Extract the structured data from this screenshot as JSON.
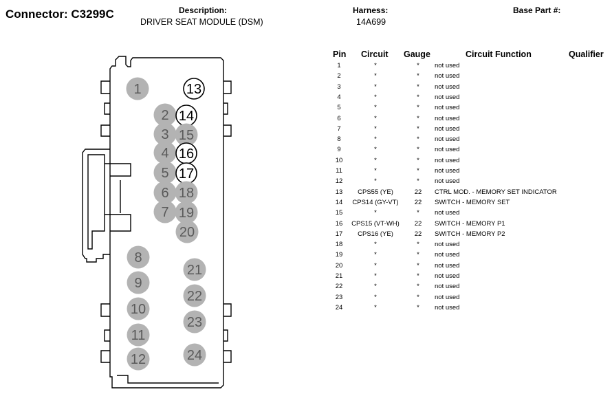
{
  "header": {
    "connector": "Connector: C3299C",
    "description_label": "Description:",
    "description_value": "DRIVER SEAT MODULE (DSM)",
    "harness_label": "Harness:",
    "harness_value": "14A699",
    "base_part_label": "Base Part #:"
  },
  "table": {
    "columns": [
      "Pin",
      "Circuit",
      "Gauge",
      "Circuit Function",
      "Qualifier"
    ],
    "rows": [
      {
        "pin": "1",
        "circuit": "*",
        "gauge": "*",
        "function": "not used"
      },
      {
        "pin": "2",
        "circuit": "*",
        "gauge": "*",
        "function": "not used"
      },
      {
        "pin": "3",
        "circuit": "*",
        "gauge": "*",
        "function": "not used"
      },
      {
        "pin": "4",
        "circuit": "*",
        "gauge": "*",
        "function": "not used"
      },
      {
        "pin": "5",
        "circuit": "*",
        "gauge": "*",
        "function": "not used"
      },
      {
        "pin": "6",
        "circuit": "*",
        "gauge": "*",
        "function": "not used"
      },
      {
        "pin": "7",
        "circuit": "*",
        "gauge": "*",
        "function": "not used"
      },
      {
        "pin": "8",
        "circuit": "*",
        "gauge": "*",
        "function": "not used"
      },
      {
        "pin": "9",
        "circuit": "*",
        "gauge": "*",
        "function": "not used"
      },
      {
        "pin": "10",
        "circuit": "*",
        "gauge": "*",
        "function": "not used"
      },
      {
        "pin": "11",
        "circuit": "*",
        "gauge": "*",
        "function": "not used"
      },
      {
        "pin": "12",
        "circuit": "*",
        "gauge": "*",
        "function": "not used"
      },
      {
        "pin": "13",
        "circuit": "CPS55 (YE)",
        "gauge": "22",
        "function": "CTRL MOD. - MEMORY SET INDICATOR"
      },
      {
        "pin": "14",
        "circuit": "CPS14 (GY-VT)",
        "gauge": "22",
        "function": "SWITCH - MEMORY SET"
      },
      {
        "pin": "15",
        "circuit": "*",
        "gauge": "*",
        "function": "not used"
      },
      {
        "pin": "16",
        "circuit": "CPS15 (VT-WH)",
        "gauge": "22",
        "function": "SWITCH - MEMORY P1"
      },
      {
        "pin": "17",
        "circuit": "CPS16 (YE)",
        "gauge": "22",
        "function": "SWITCH - MEMORY P2"
      },
      {
        "pin": "18",
        "circuit": "*",
        "gauge": "*",
        "function": "not used"
      },
      {
        "pin": "19",
        "circuit": "*",
        "gauge": "*",
        "function": "not used"
      },
      {
        "pin": "20",
        "circuit": "*",
        "gauge": "*",
        "function": "not used"
      },
      {
        "pin": "21",
        "circuit": "*",
        "gauge": "*",
        "function": "not used"
      },
      {
        "pin": "22",
        "circuit": "*",
        "gauge": "*",
        "function": "not used"
      },
      {
        "pin": "23",
        "circuit": "*",
        "gauge": "*",
        "function": "not used"
      },
      {
        "pin": "24",
        "circuit": "*",
        "gauge": "*",
        "function": "not used"
      }
    ]
  },
  "connector_face": {
    "pins": [
      {
        "label": "1",
        "used": false
      },
      {
        "label": "2",
        "used": false
      },
      {
        "label": "3",
        "used": false
      },
      {
        "label": "4",
        "used": false
      },
      {
        "label": "5",
        "used": false
      },
      {
        "label": "6",
        "used": false
      },
      {
        "label": "7",
        "used": false
      },
      {
        "label": "8",
        "used": false
      },
      {
        "label": "9",
        "used": false
      },
      {
        "label": "10",
        "used": false
      },
      {
        "label": "11",
        "used": false
      },
      {
        "label": "12",
        "used": false
      },
      {
        "label": "13",
        "used": true
      },
      {
        "label": "14",
        "used": true
      },
      {
        "label": "15",
        "used": false
      },
      {
        "label": "16",
        "used": true
      },
      {
        "label": "17",
        "used": true
      },
      {
        "label": "18",
        "used": false
      },
      {
        "label": "19",
        "used": false
      },
      {
        "label": "20",
        "used": false
      },
      {
        "label": "21",
        "used": false
      },
      {
        "label": "22",
        "used": false
      },
      {
        "label": "23",
        "used": false
      },
      {
        "label": "24",
        "used": false
      }
    ],
    "colors": {
      "unused_fill": "#b3b3b3",
      "unused_text": "#5a5a5a",
      "used_fill": "#ffffff",
      "outline": "#000000"
    }
  }
}
